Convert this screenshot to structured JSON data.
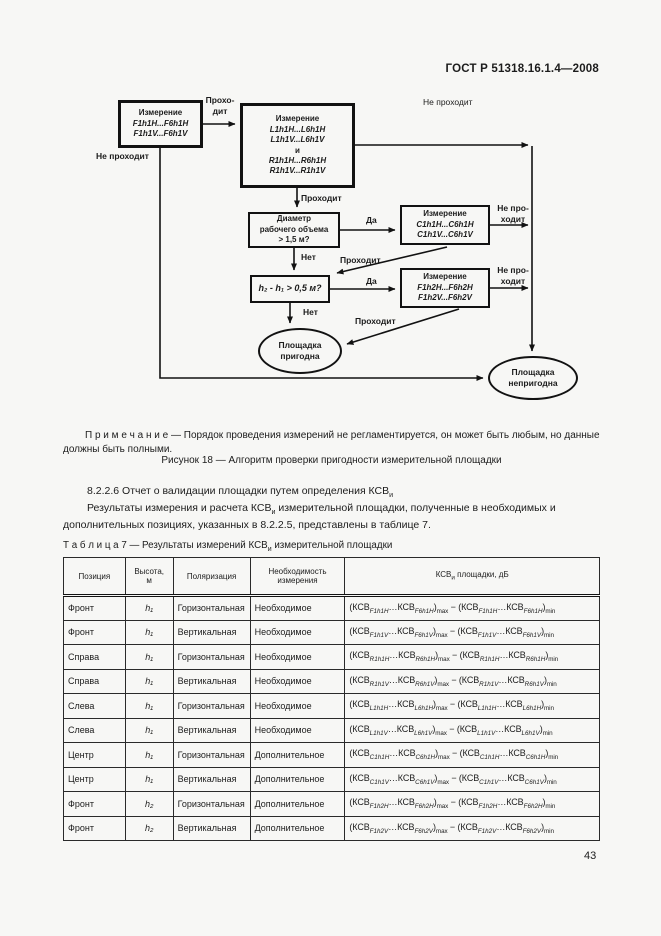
{
  "page": {
    "header": "ГОСТ Р 51318.16.1.4—2008",
    "number": "43"
  },
  "flowchart": {
    "boxes": {
      "b1": {
        "lines": [
          "Измерение",
          "F1h1H...F6h1H",
          "F1h1V...F6h1V"
        ]
      },
      "b2": {
        "lines": [
          "Измерение",
          "L1h1H...L6h1H",
          "L1h1V...L6h1V",
          "и",
          "R1h1H...R6h1H",
          "R1h1V...R1h1V"
        ]
      },
      "b3": {
        "lines": [
          "Диаметр",
          "рабочего объема",
          "> 1,5 м?"
        ]
      },
      "b4": {
        "lines": [
          "Измерение",
          "C1h1H...C6h1H",
          "C1h1V...C6h1V"
        ]
      },
      "b5": {
        "lines": [
          "h₂ - h₁ > 0,5 м?"
        ]
      },
      "b6": {
        "lines": [
          "Измерение",
          "F1h2H...F6h2H",
          "F1h2V...F6h2V"
        ]
      },
      "suitable": {
        "lines": [
          "Площадка",
          "пригодна"
        ]
      },
      "unsuitable": {
        "lines": [
          "Площадка",
          "непригодна"
        ]
      }
    },
    "labels": {
      "not_pass_top": "Не проходит",
      "pass_split": [
        "Прохо-",
        "дит"
      ],
      "not_pass_left": "Не проходит",
      "pass1": "Проходит",
      "yes1": "Да",
      "not_pass_r1": [
        "Не про-",
        "ходит"
      ],
      "no1": "Нет",
      "pass2": "Проходит",
      "yes2": "Да",
      "not_pass_r2": [
        "Не про-",
        "ходит"
      ],
      "no2": "Нет",
      "pass3": "Проходит"
    }
  },
  "note": {
    "label": "П р и м е ч а н и е  — ",
    "text": "Порядок проведения измерений не регламентируется, он может быть любым, но данные должны быть полными."
  },
  "figure_caption": "Рисунок 18 — Алгоритм проверки пригодности измерительной площадки",
  "section": {
    "heading_pre": "8.2.2.6 Отчет о валидации площадки путем определения КСВ",
    "heading_sub": "и",
    "para_pre": "Результаты измерения и расчета КСВ",
    "para_sub": "и",
    "para_post": " измерительной площадки, полученные в необходимых и дополнительных позициях, указанных в 8.2.2.5, представлены в таблице 7."
  },
  "table": {
    "title_pre": "Т а б л и ц а  7 — Результаты измерений КСВ",
    "title_sub": "и",
    "title_post": " измерительной площадки",
    "headers": {
      "position": "Позиция",
      "height_line1": "Высота,",
      "height_line2": "м",
      "polarization": "Поляризация",
      "necessity_line1": "Необходимость",
      "necessity_line2": "измерения",
      "ksv_pre": "КСВ",
      "ksv_sub": "и",
      "ksv_post": " площадки, дБ"
    },
    "formula_parts": {
      "open": "(",
      "ksv": "КСВ",
      "dots": "…",
      "close": ")",
      "max": "max",
      "min": "min",
      "minus": " − "
    },
    "rows": [
      {
        "position": "Фронт",
        "height": "h₁",
        "polarization": "Горизонтальная",
        "necessity": "Необходимое",
        "sub_start": "F1h1H",
        "sub_end": "F6h1H"
      },
      {
        "position": "Фронт",
        "height": "h₁",
        "polarization": "Вертикальная",
        "necessity": "Необходимое",
        "sub_start": "F1h1V",
        "sub_end": "F6h1V"
      },
      {
        "position": "Справа",
        "height": "h₁",
        "polarization": "Горизонтальная",
        "necessity": "Необходимое",
        "sub_start": "R1h1H",
        "sub_end": "R6h1H"
      },
      {
        "position": "Справа",
        "height": "h₁",
        "polarization": "Вертикальная",
        "necessity": "Необходимое",
        "sub_start": "R1h1V",
        "sub_end": "R6h1V"
      },
      {
        "position": "Слева",
        "height": "h₁",
        "polarization": "Горизонтальная",
        "necessity": "Необходимое",
        "sub_start": "L1h1H",
        "sub_end": "L6h1H"
      },
      {
        "position": "Слева",
        "height": "h₁",
        "polarization": "Вертикальная",
        "necessity": "Необходимое",
        "sub_start": "L1h1V",
        "sub_end": "L6h1V"
      },
      {
        "position": "Центр",
        "height": "h₁",
        "polarization": "Горизонтальная",
        "necessity": "Дополнительное",
        "sub_start": "C1h1H",
        "sub_end": "C6h1H"
      },
      {
        "position": "Центр",
        "height": "h₁",
        "polarization": "Вертикальная",
        "necessity": "Дополнительное",
        "sub_start": "C1h1V",
        "sub_end": "C6h1V"
      },
      {
        "position": "Фронт",
        "height": "h₂",
        "polarization": "Горизонтальная",
        "necessity": "Дополнительное",
        "sub_start": "F1h2H",
        "sub_end": "F6h2H"
      },
      {
        "position": "Фронт",
        "height": "h₂",
        "polarization": "Вертикальная",
        "necessity": "Дополнительное",
        "sub_start": "F1h2V",
        "sub_end": "F6h2V"
      }
    ]
  }
}
